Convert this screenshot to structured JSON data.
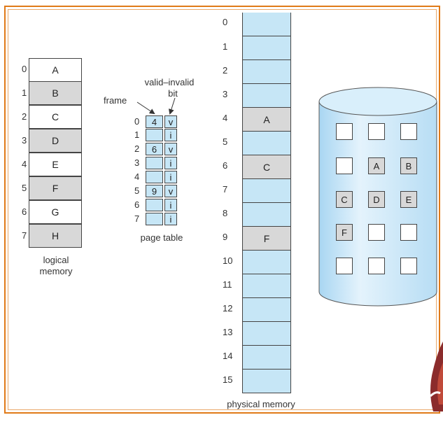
{
  "logical_memory": {
    "caption_line1": "logical",
    "caption_line2": "memory",
    "pages": [
      {
        "index": "0",
        "label": "A",
        "shaded": false
      },
      {
        "index": "1",
        "label": "B",
        "shaded": true
      },
      {
        "index": "2",
        "label": "C",
        "shaded": false
      },
      {
        "index": "3",
        "label": "D",
        "shaded": true
      },
      {
        "index": "4",
        "label": "E",
        "shaded": false
      },
      {
        "index": "5",
        "label": "F",
        "shaded": true
      },
      {
        "index": "6",
        "label": "G",
        "shaded": false
      },
      {
        "index": "7",
        "label": "H",
        "shaded": true
      }
    ]
  },
  "page_table": {
    "caption": "page table",
    "frame_label": "frame",
    "valid_label_line1": "valid–invalid",
    "valid_label_line2": "bit",
    "rows": [
      {
        "index": "0",
        "frame": "4",
        "bit": "v"
      },
      {
        "index": "1",
        "frame": "",
        "bit": "i"
      },
      {
        "index": "2",
        "frame": "6",
        "bit": "v"
      },
      {
        "index": "3",
        "frame": "",
        "bit": "i"
      },
      {
        "index": "4",
        "frame": "",
        "bit": "i"
      },
      {
        "index": "5",
        "frame": "9",
        "bit": "v"
      },
      {
        "index": "6",
        "frame": "",
        "bit": "i"
      },
      {
        "index": "7",
        "frame": "",
        "bit": "i"
      }
    ]
  },
  "physical_memory": {
    "caption": "physical memory",
    "frames": [
      {
        "index": "0",
        "label": "",
        "shaded": false
      },
      {
        "index": "1",
        "label": "",
        "shaded": false
      },
      {
        "index": "2",
        "label": "",
        "shaded": false
      },
      {
        "index": "3",
        "label": "",
        "shaded": false
      },
      {
        "index": "4",
        "label": "A",
        "shaded": true
      },
      {
        "index": "5",
        "label": "",
        "shaded": false
      },
      {
        "index": "6",
        "label": "C",
        "shaded": true
      },
      {
        "index": "7",
        "label": "",
        "shaded": false
      },
      {
        "index": "8",
        "label": "",
        "shaded": false
      },
      {
        "index": "9",
        "label": "F",
        "shaded": true
      },
      {
        "index": "10",
        "label": "",
        "shaded": false
      },
      {
        "index": "11",
        "label": "",
        "shaded": false
      },
      {
        "index": "12",
        "label": "",
        "shaded": false
      },
      {
        "index": "13",
        "label": "",
        "shaded": false
      },
      {
        "index": "14",
        "label": "",
        "shaded": false
      },
      {
        "index": "15",
        "label": "",
        "shaded": false
      }
    ]
  },
  "backing_store": {
    "cells": [
      {
        "label": "",
        "shaded": false
      },
      {
        "label": "",
        "shaded": false
      },
      {
        "label": "",
        "shaded": false
      },
      {
        "label": "",
        "shaded": false
      },
      {
        "label": "A",
        "shaded": true
      },
      {
        "label": "B",
        "shaded": true
      },
      {
        "label": "C",
        "shaded": true
      },
      {
        "label": "D",
        "shaded": true
      },
      {
        "label": "E",
        "shaded": true
      },
      {
        "label": "F",
        "shaded": true
      },
      {
        "label": "",
        "shaded": false
      },
      {
        "label": "",
        "shaded": false
      },
      {
        "label": "",
        "shaded": false
      },
      {
        "label": "",
        "shaded": false
      },
      {
        "label": "",
        "shaded": false
      }
    ]
  },
  "colors": {
    "frame_border": "#e07a18",
    "memory_blue": "#c6e6f6",
    "shaded_gray": "#d8d8d8",
    "disk_blue": "#cfe9f8"
  }
}
